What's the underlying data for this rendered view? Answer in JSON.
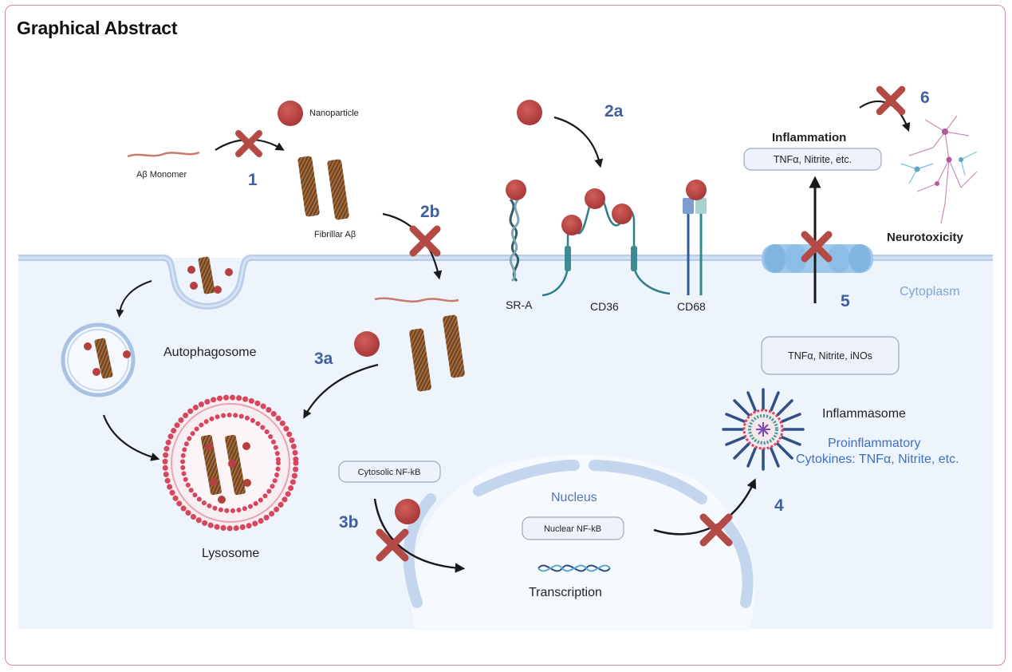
{
  "title": "Graphical Abstract",
  "labels": {
    "nanoparticle": "Nanoparticle",
    "ab_monomer": "Aβ Monomer",
    "fibrillar_ab": "Fibrillar Aβ",
    "sr_a": "SR-A",
    "cd36": "CD36",
    "cd68": "CD68",
    "inflammation": "Inflammation",
    "inflammation_box": "TNFα, Nitrite, etc.",
    "neurotoxicity": "Neurotoxicity",
    "cytoplasm": "Cytoplasm",
    "autophagosome": "Autophagosome",
    "lysosome": "Lysosome",
    "tnf_inos_box": "TNFα, Nitrite, iNOs",
    "inflammasome": "Inflammasome",
    "proinflammatory_1": "Proinflammatory",
    "proinflammatory_2": "Cytokines: TNFα, Nitrite, etc.",
    "cytosolic_nfkb": "Cytosolic NF-kB",
    "nucleus": "Nucleus",
    "nuclear_nfkb": "Nuclear NF-kB",
    "transcription": "Transcription"
  },
  "steps": {
    "s1": "1",
    "s2a": "2a",
    "s2b": "2b",
    "s3a": "3a",
    "s3b": "3b",
    "s4": "4",
    "s5": "5",
    "s6": "6"
  },
  "colors": {
    "nanoparticle": "#b5403f",
    "inhibit_x": "#b34a45",
    "step_number": "#3f5f9e",
    "cytoplasm_bg": "#eef4fc",
    "membrane": "#b9cde8",
    "lysosome_beads": "#d6475e",
    "fibril": "#9c6a3c"
  },
  "icons": [
    "inhibition-x-icon",
    "arrow-icon",
    "dna-helix-icon",
    "neuron-icon",
    "inflammasome-icon",
    "membrane-channel-icon"
  ]
}
